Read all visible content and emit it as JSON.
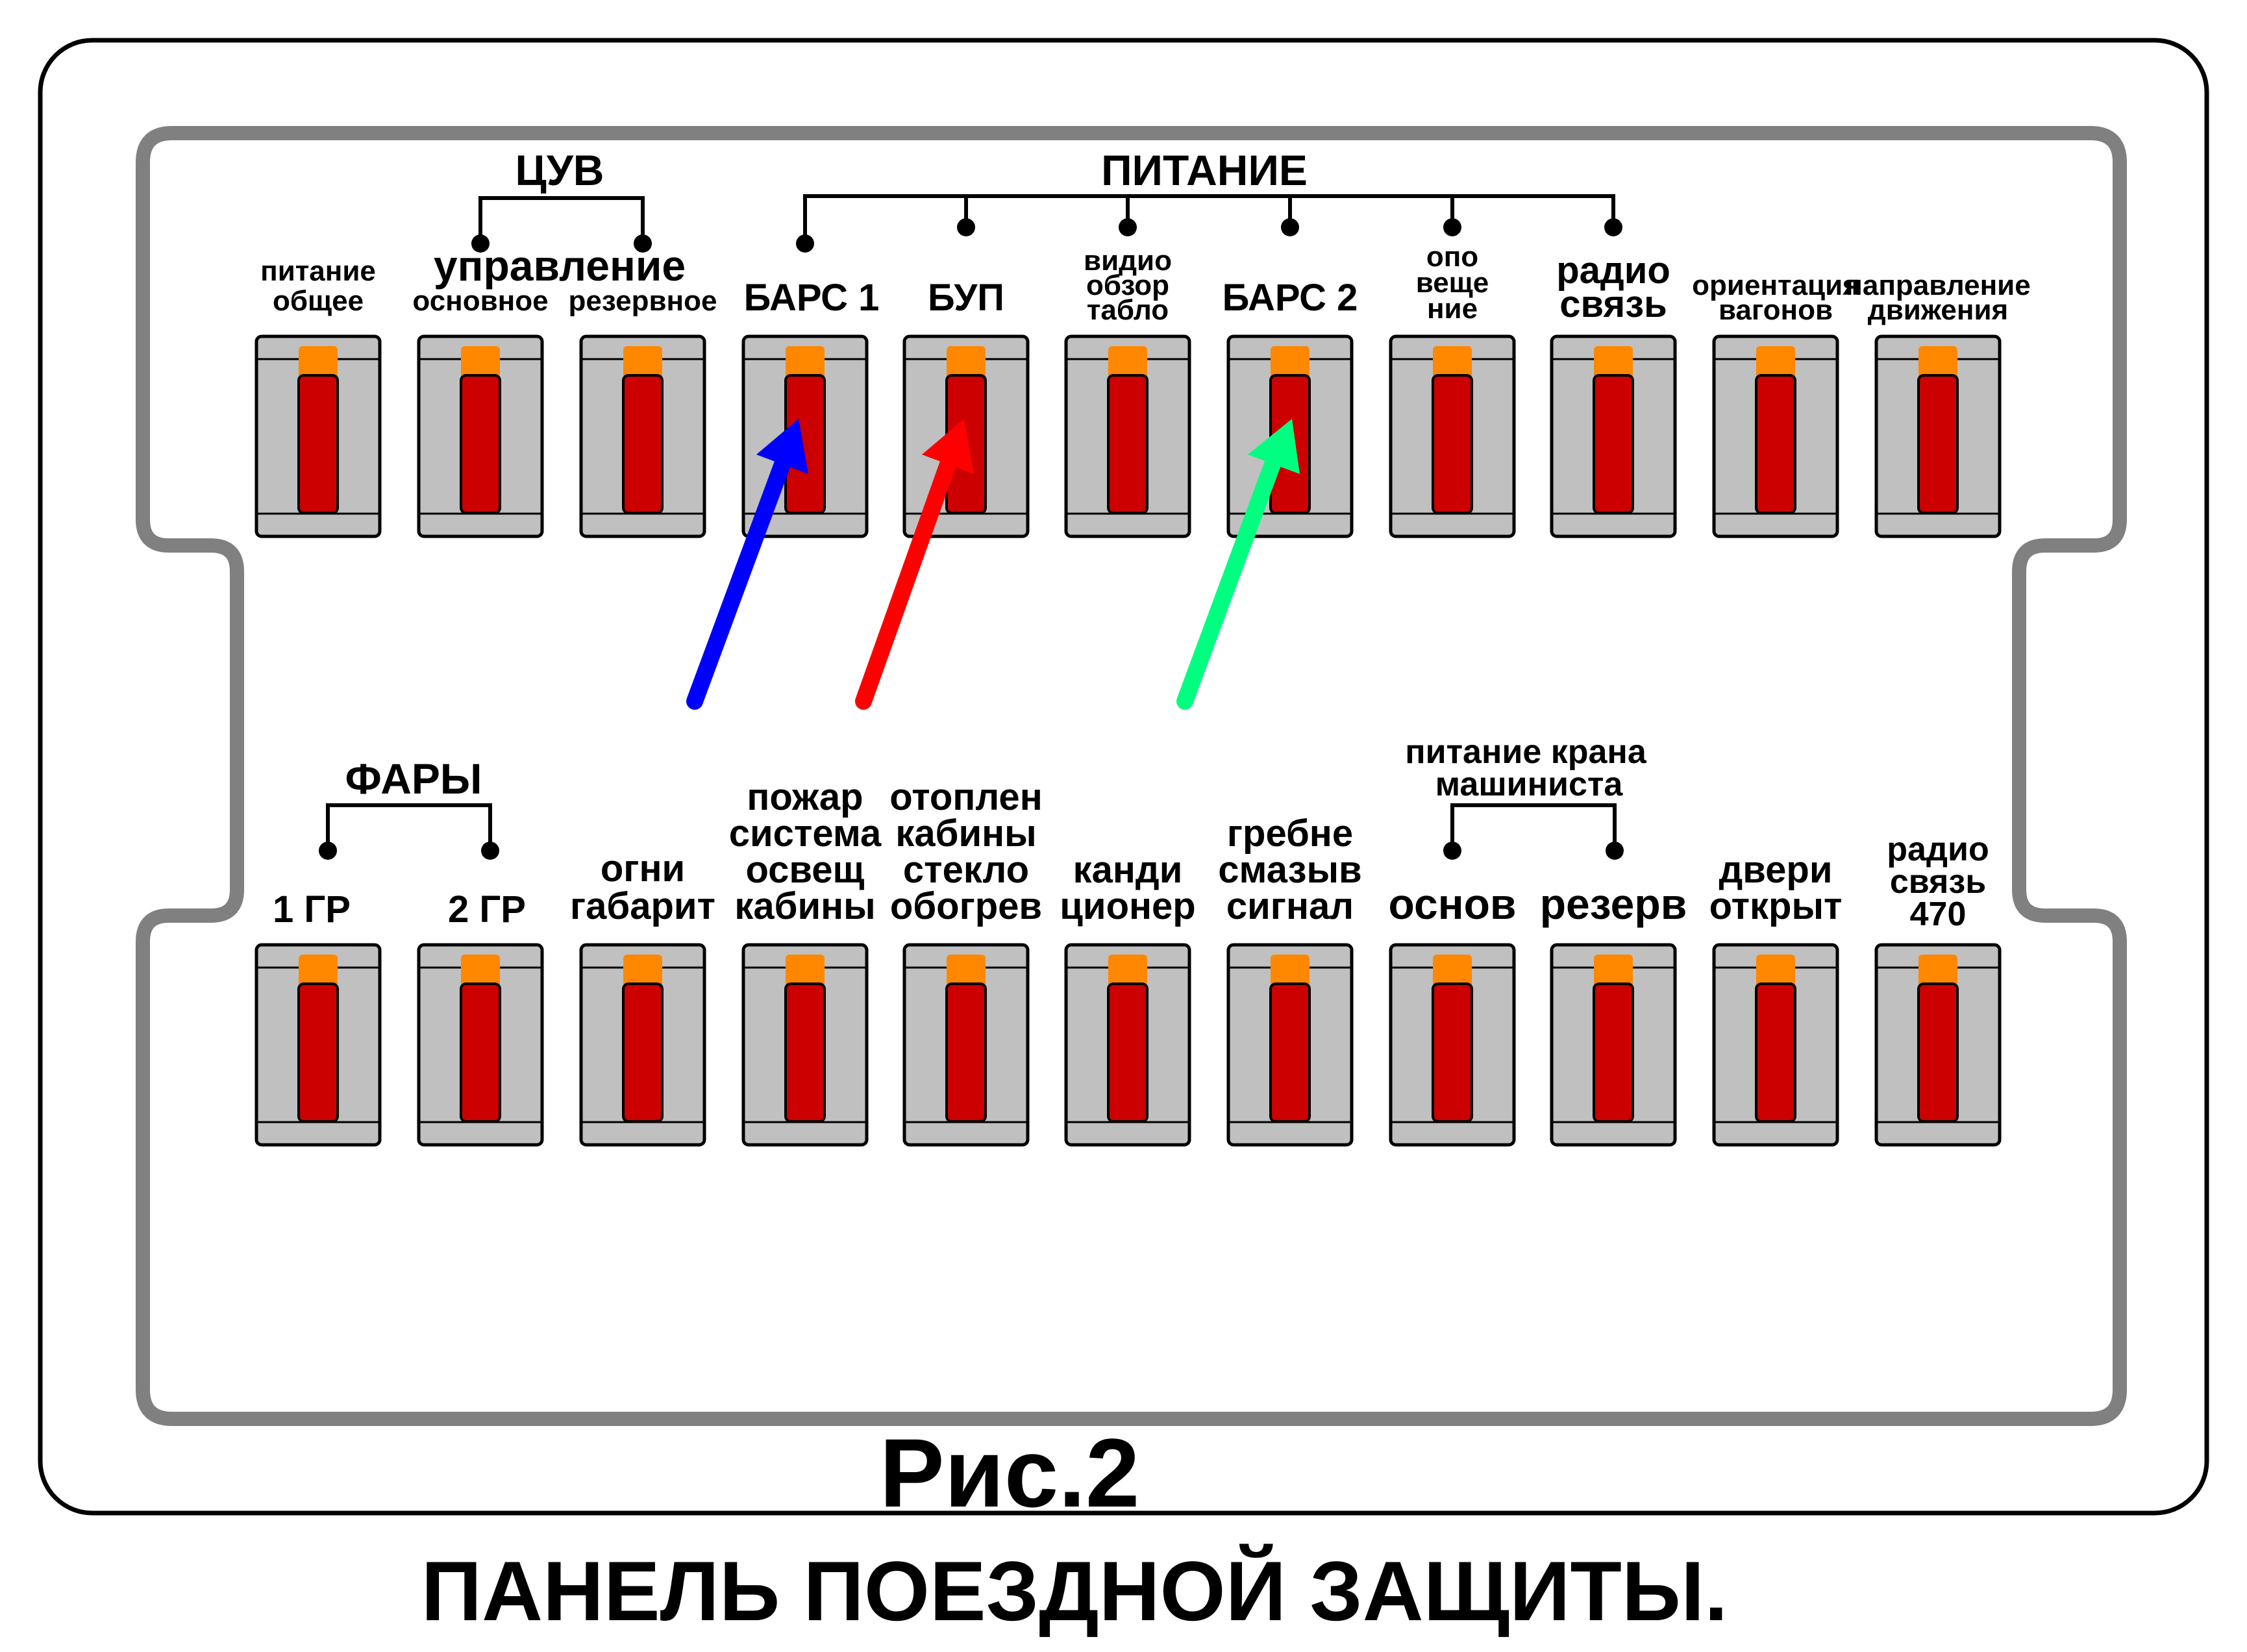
{
  "colors": {
    "outline": "#000000",
    "inner_frame": "#808080",
    "switch_body": "#c0c0c0",
    "lever": "#cc0000",
    "lever_tip": "#ff8800",
    "arrow_blue": "#0000ff",
    "arrow_red": "#ff0000",
    "arrow_green": "#00ff80"
  },
  "groups": {
    "cuv": "ЦУВ",
    "power": "ПИТАНИЕ",
    "headlights": "ФАРЫ",
    "crane_power_1": "питание крана",
    "crane_power_2": "машиниста"
  },
  "top_row": [
    {
      "lines": [
        "питание",
        "общее"
      ]
    },
    {
      "lines": [
        "основное"
      ]
    },
    {
      "lines": [
        "резервное"
      ]
    },
    {
      "lines": [
        "БАРС 1"
      ]
    },
    {
      "lines": [
        "БУП"
      ]
    },
    {
      "lines": [
        "видио",
        "обзор",
        "табло"
      ]
    },
    {
      "lines": [
        "БАРС 2"
      ]
    },
    {
      "lines": [
        "опо",
        "веще",
        "ние"
      ]
    },
    {
      "lines": [
        "радио",
        "связь"
      ]
    },
    {
      "lines": [
        "ориентация",
        "вагонов"
      ]
    },
    {
      "lines": [
        "направление",
        "движения"
      ]
    }
  ],
  "control_label": "управление",
  "bottom_row": [
    {
      "lines": [
        "1 ГР"
      ]
    },
    {
      "lines": [
        "2 ГР"
      ]
    },
    {
      "lines": [
        "огни",
        "габарит"
      ]
    },
    {
      "lines": [
        "пожар",
        "система",
        "освещ",
        "кабины"
      ]
    },
    {
      "lines": [
        "отоплен",
        "кабины",
        "стекло",
        "обогрев"
      ]
    },
    {
      "lines": [
        "канди",
        "ционер"
      ]
    },
    {
      "lines": [
        "гребне",
        "смазыв",
        "сигнал"
      ]
    },
    {
      "lines": [
        "основ"
      ]
    },
    {
      "lines": [
        "резерв"
      ]
    },
    {
      "lines": [
        "двери",
        "открыт"
      ]
    },
    {
      "lines": [
        "радио",
        "связь",
        "470"
      ]
    }
  ],
  "arrows": [
    {
      "name": "blue",
      "color": "#0000ff"
    },
    {
      "name": "red",
      "color": "#ff0000"
    },
    {
      "name": "green",
      "color": "#00ff80"
    }
  ],
  "figure_label": "Рис.2",
  "caption": "ПАНЕЛЬ ПОЕЗДНОЙ ЗАЩИТЫ."
}
